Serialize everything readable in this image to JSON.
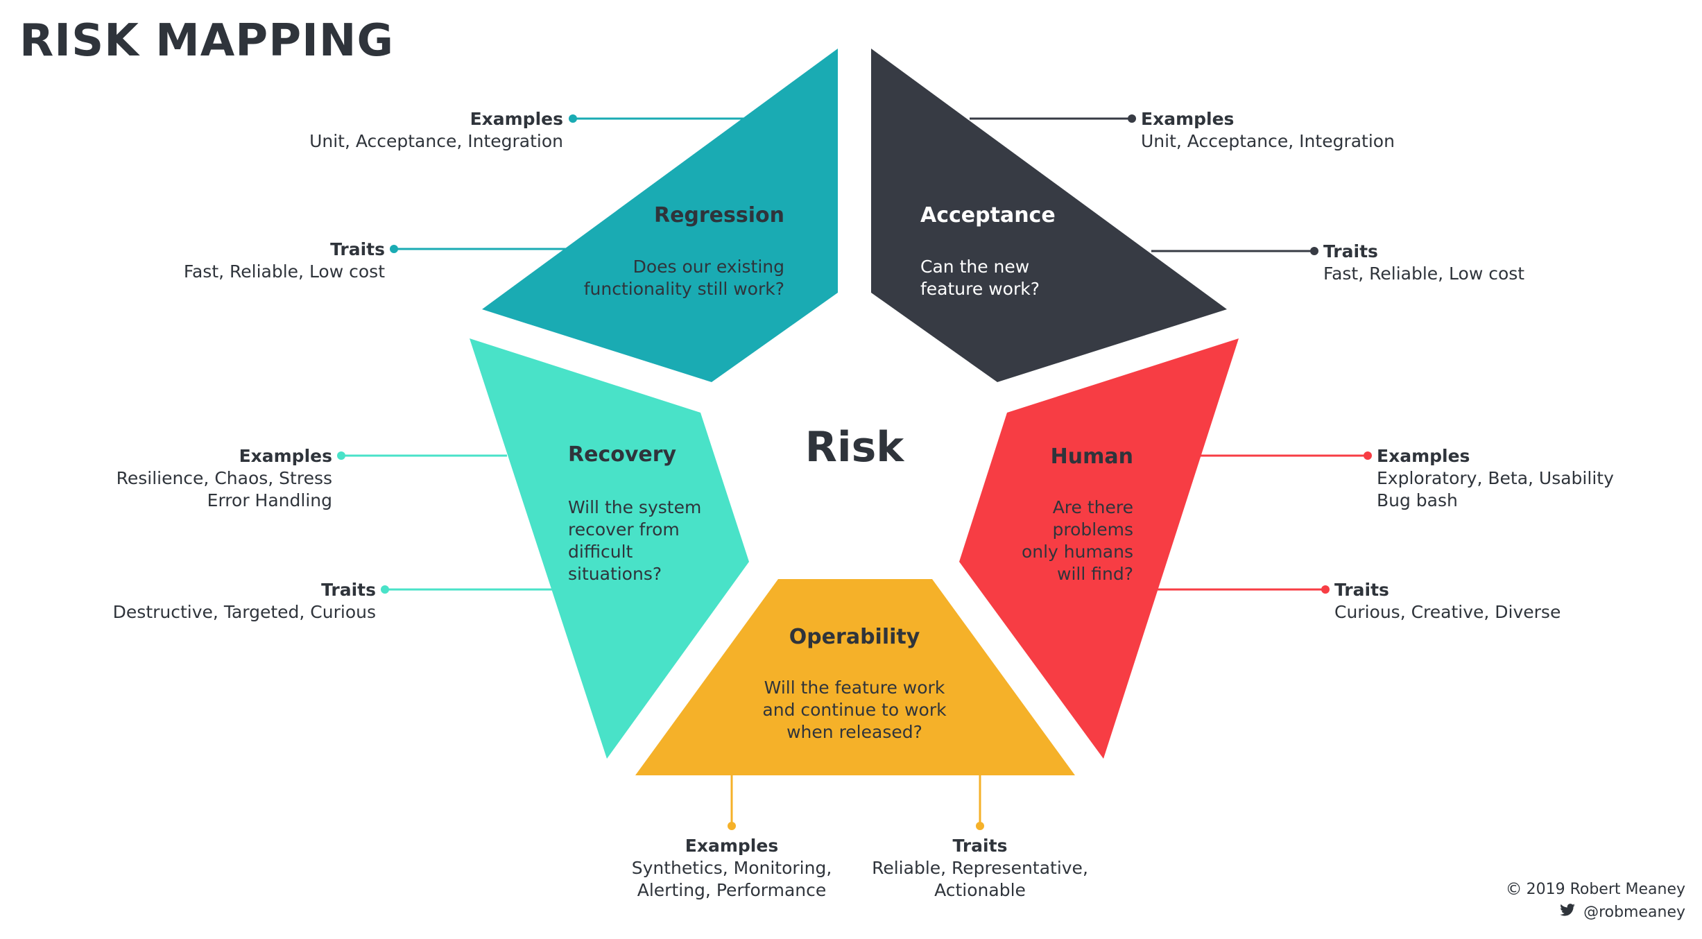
{
  "title": "RISK MAPPING",
  "center": "Risk",
  "colors": {
    "regression": "#1aabb3",
    "acceptance": "#373b44",
    "recovery": "#49e2c8",
    "human": "#f73d44",
    "operability": "#f5b129",
    "text_dark": "#2f343b",
    "text_light": "#ffffff"
  },
  "segments": {
    "regression": {
      "name": "Regression",
      "question": [
        "Does our existing",
        "functionality still work?"
      ],
      "examples_label": "Examples",
      "examples": [
        "Unit, Acceptance, Integration"
      ],
      "traits_label": "Traits",
      "traits": [
        "Fast, Reliable, Low cost"
      ]
    },
    "acceptance": {
      "name": "Acceptance",
      "question": [
        "Can the new",
        "feature work?"
      ],
      "examples_label": "Examples",
      "examples": [
        "Unit, Acceptance, Integration"
      ],
      "traits_label": "Traits",
      "traits": [
        "Fast, Reliable, Low cost"
      ]
    },
    "recovery": {
      "name": "Recovery",
      "question": [
        "Will the system",
        "recover from",
        "difficult",
        "situations?"
      ],
      "examples_label": "Examples",
      "examples": [
        "Resilience, Chaos, Stress",
        "Error Handling"
      ],
      "traits_label": "Traits",
      "traits": [
        "Destructive, Targeted, Curious"
      ]
    },
    "human": {
      "name": "Human",
      "question": [
        "Are there",
        "problems",
        "only humans",
        "will find?"
      ],
      "examples_label": "Examples",
      "examples": [
        "Exploratory, Beta, Usability",
        "Bug bash"
      ],
      "traits_label": "Traits",
      "traits": [
        "Curious, Creative, Diverse"
      ]
    },
    "operability": {
      "name": "Operability",
      "question": [
        "Will the feature work",
        "and continue to work",
        "when released?"
      ],
      "examples_label": "Examples",
      "examples": [
        "Synthetics, Monitoring,",
        "Alerting, Performance"
      ],
      "traits_label": "Traits",
      "traits": [
        "Reliable, Representative,",
        "Actionable"
      ]
    }
  },
  "footer": {
    "copyright": "2019 Robert Meaney",
    "handle": "@robmeaney"
  }
}
